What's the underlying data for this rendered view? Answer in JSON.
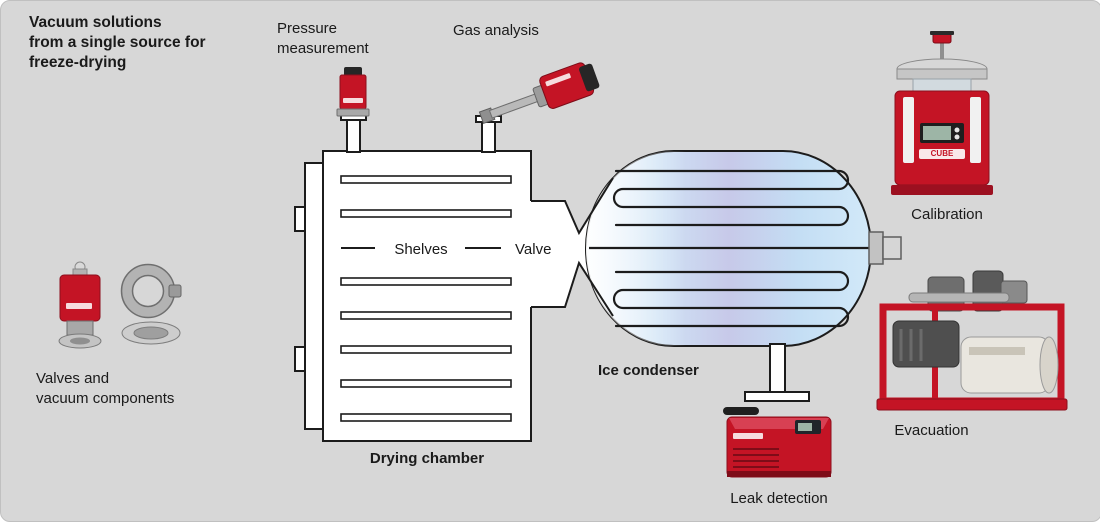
{
  "title": "Vacuum solutions\nfrom a single source for\nfreeze-drying",
  "labels": {
    "pressure_measurement": "Pressure\nmeasurement",
    "gas_analysis": "Gas analysis",
    "calibration": "Calibration",
    "valves_components": "Valves and\nvacuum components",
    "shelves": "Shelves",
    "valve": "Valve",
    "ice_condenser": "Ice condenser",
    "drying_chamber": "Drying chamber",
    "leak_detection": "Leak detection",
    "evacuation": "Evacuation"
  },
  "devices": {
    "calibration_badge": "CUBE",
    "icons": [
      "pressure-gauge-icon",
      "gas-analyzer-icon",
      "calibration-unit-icon",
      "vacuum-valve-icon",
      "clamp-ring-icon",
      "centering-ring-icon",
      "pump-system-icon",
      "leak-detector-icon"
    ]
  },
  "colors": {
    "background": "#d7d7d7",
    "brand_red": "#c41425",
    "outline": "#1c1c1c",
    "condenser_blue": "#cfe3f5",
    "condenser_violet": "#c7c9e9"
  }
}
